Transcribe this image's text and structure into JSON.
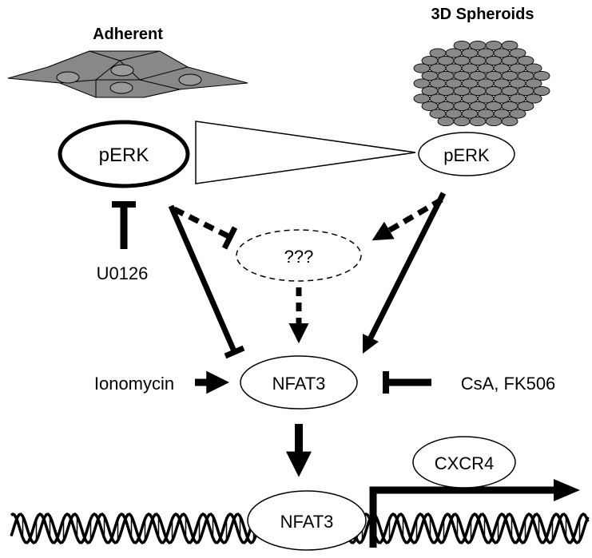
{
  "headers": {
    "adherent": "Adherent",
    "spheroids": "3D Spheroids"
  },
  "nodes": {
    "perk_adherent": "pERK",
    "perk_spheroids": "pERK",
    "unknown": "???",
    "nfat3_cytoplasm": "NFAT3",
    "nfat3_dna": "NFAT3",
    "cxcr4": "CXCR4"
  },
  "modulators": {
    "u0126": "U0126",
    "ionomycin": "Ionomycin",
    "csa_fk506": "CsA, FK506"
  },
  "colors": {
    "cell_fill": "#888888",
    "stroke": "#000000",
    "background": "#ffffff"
  }
}
